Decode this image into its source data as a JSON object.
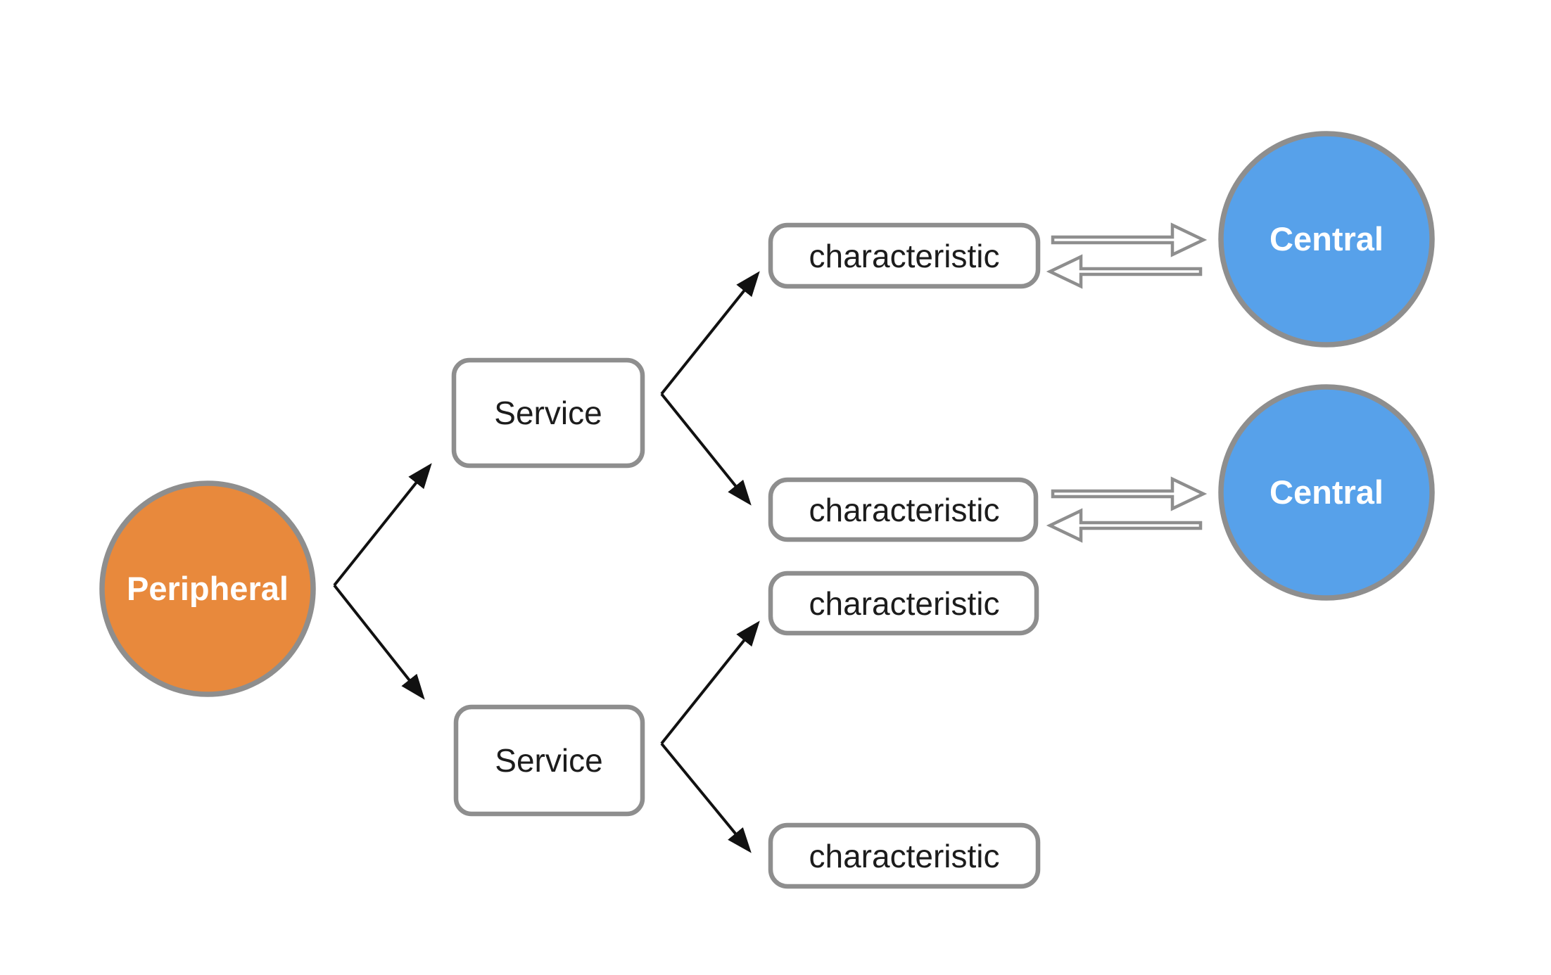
{
  "diagram": {
    "peripheral": {
      "label": "Peripheral"
    },
    "services": [
      {
        "label": "Service"
      },
      {
        "label": "Service"
      }
    ],
    "characteristics": [
      {
        "label": "characteristic"
      },
      {
        "label": "characteristic"
      },
      {
        "label": "characteristic"
      },
      {
        "label": "characteristic"
      }
    ],
    "centrals": [
      {
        "label": "Central"
      },
      {
        "label": "Central"
      }
    ],
    "colors": {
      "peripheral_fill": "#E8893C",
      "central_fill": "#57A1EA",
      "shape_border": "#8E8E8E",
      "box_fill": "#FFFFFF",
      "label_dark": "#1C1C1C",
      "label_light": "#FFFFFF",
      "connector_black": "#111111",
      "transfer_arrow": "#8E8E8E",
      "background": "#FFFFFF"
    }
  }
}
